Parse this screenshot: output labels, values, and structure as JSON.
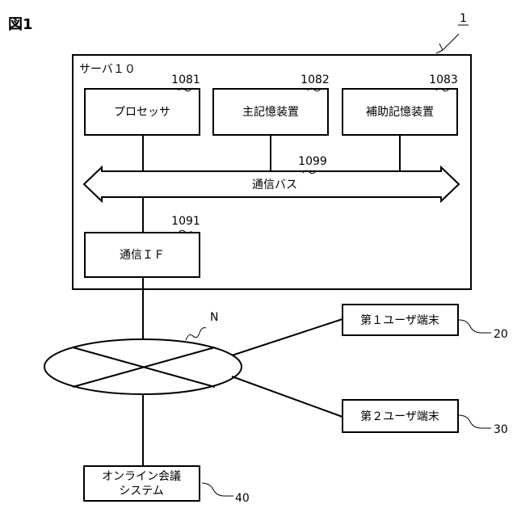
{
  "figure": {
    "label": "図1",
    "ref_number": "1"
  },
  "server": {
    "label": "サーバ１０",
    "processor": {
      "label": "プロセッサ",
      "ref": "1081"
    },
    "main_memory": {
      "label": "主記憶装置",
      "ref": "1082"
    },
    "aux_storage": {
      "label": "補助記憶装置",
      "ref": "1083"
    },
    "bus": {
      "label": "通信バス",
      "ref": "1099"
    },
    "comm_if": {
      "label": "通信ＩＦ",
      "ref": "1091"
    }
  },
  "network": {
    "label": "N"
  },
  "user_terminal_1": {
    "label": "第１ユーザ端末",
    "ref": "20"
  },
  "user_terminal_2": {
    "label": "第２ユーザ端末",
    "ref": "30"
  },
  "conference_system": {
    "line1": "オンライン会議",
    "line2": "システム",
    "ref": "40"
  }
}
